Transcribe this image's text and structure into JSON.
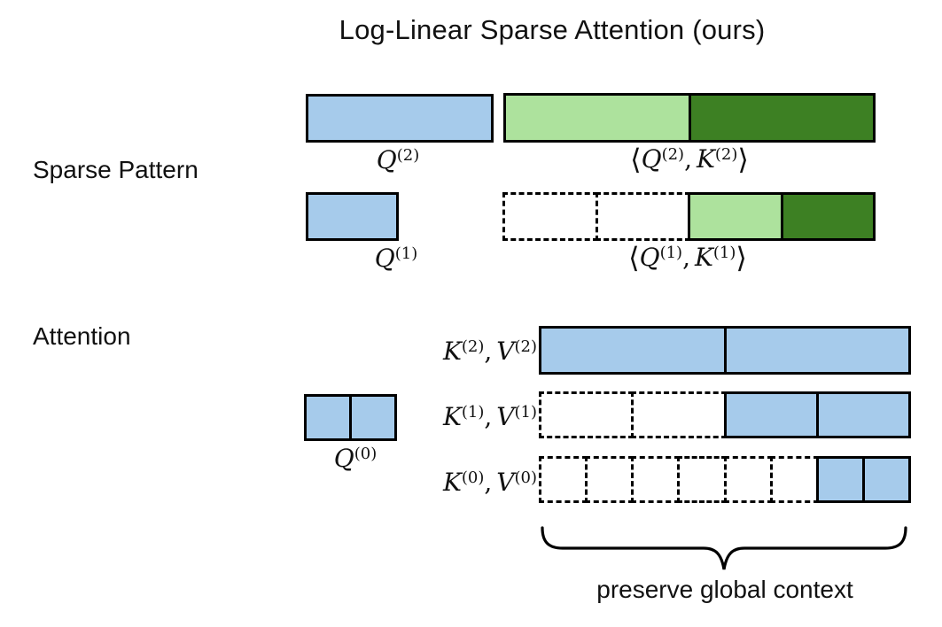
{
  "title": "Log-Linear Sparse Attention (ours)",
  "section_labels": {
    "sparse_pattern": "Sparse Pattern",
    "attention": "Attention"
  },
  "colors": {
    "blue": "#A6CBEB",
    "light_green": "#ADE29D",
    "dark_green": "#3D8023",
    "border": "#000000"
  },
  "math_labels": {
    "q2": {
      "base": "Q",
      "sup": "(2)"
    },
    "q1": {
      "base": "Q",
      "sup": "(1)"
    },
    "q0": {
      "base": "Q",
      "sup": "(0)"
    },
    "qk2": {
      "open": "⟨",
      "q": "Q",
      "q_sup": "(2)",
      "sep": ",",
      "k": "K",
      "k_sup": "(2)",
      "close": "⟩"
    },
    "qk1": {
      "open": "⟨",
      "q": "Q",
      "q_sup": "(1)",
      "sep": ",",
      "k": "K",
      "k_sup": "(1)",
      "close": "⟩"
    },
    "kv2": {
      "k": "K",
      "k_sup": "(2)",
      "sep": ",",
      "v": "V",
      "v_sup": "(2)"
    },
    "kv1": {
      "k": "K",
      "k_sup": "(1)",
      "sep": ",",
      "v": "V",
      "v_sup": "(1)"
    },
    "kv0": {
      "k": "K",
      "k_sup": "(0)",
      "sep": ",",
      "v": "V",
      "v_sup": "(0)"
    }
  },
  "annotation": "preserve global context",
  "diagram": {
    "sparse_pattern": {
      "q2_cells": [
        {
          "fill": "blue",
          "name": "query-block-level2"
        }
      ],
      "qk2_cells": [
        {
          "fill": "light_green",
          "name": "score-block-light-green"
        },
        {
          "fill": "dark_green",
          "name": "score-block-dark-green"
        }
      ],
      "q1_cells": [
        {
          "fill": "blue",
          "name": "query-block-level1"
        }
      ],
      "qk1_cells": [
        {
          "fill": "dashed",
          "name": "skipped-block"
        },
        {
          "fill": "dashed",
          "name": "skipped-block"
        },
        {
          "fill": "light_green",
          "name": "score-block-light-green"
        },
        {
          "fill": "dark_green",
          "name": "score-block-dark-green"
        }
      ]
    },
    "attention": {
      "q0_cells": [
        {
          "fill": "blue",
          "name": "query-block-level0"
        },
        {
          "fill": "blue",
          "name": "query-block-level0"
        }
      ],
      "kv2_cells": [
        {
          "fill": "blue",
          "name": "kv-block"
        },
        {
          "fill": "blue",
          "name": "kv-block"
        }
      ],
      "kv1_cells": [
        {
          "fill": "dashed",
          "name": "skipped-block"
        },
        {
          "fill": "dashed",
          "name": "skipped-block"
        },
        {
          "fill": "blue",
          "name": "kv-block"
        },
        {
          "fill": "blue",
          "name": "kv-block"
        }
      ],
      "kv0_cells": [
        {
          "fill": "dashed",
          "name": "skipped-block"
        },
        {
          "fill": "dashed",
          "name": "skipped-block"
        },
        {
          "fill": "dashed",
          "name": "skipped-block"
        },
        {
          "fill": "dashed",
          "name": "skipped-block"
        },
        {
          "fill": "dashed",
          "name": "skipped-block"
        },
        {
          "fill": "dashed",
          "name": "skipped-block"
        },
        {
          "fill": "blue",
          "name": "kv-block"
        },
        {
          "fill": "blue",
          "name": "kv-block"
        }
      ]
    }
  }
}
